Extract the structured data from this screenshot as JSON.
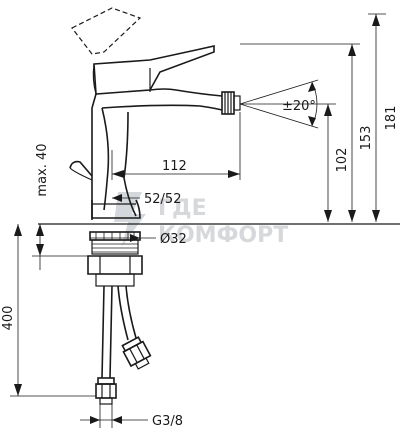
{
  "labels": {
    "dim_181": "181",
    "dim_153": "153",
    "dim_102": "102",
    "dim_112": "112",
    "dim_angle": "±20°",
    "dim_max40": "max. 40",
    "dim_5252": "52/52",
    "dim_32": "Ø32",
    "dim_400": "400",
    "dim_thread": "G3/8"
  },
  "watermark": {
    "line1": "ГДЕ",
    "line2": "КОМФОРТ"
  },
  "colors": {
    "line": "#1a1a1a",
    "watermark": "#d6d8db",
    "watermark_icon": "#c9ced4"
  },
  "icons": {
    "watermark_logo": "lightning-bolt-icon"
  }
}
